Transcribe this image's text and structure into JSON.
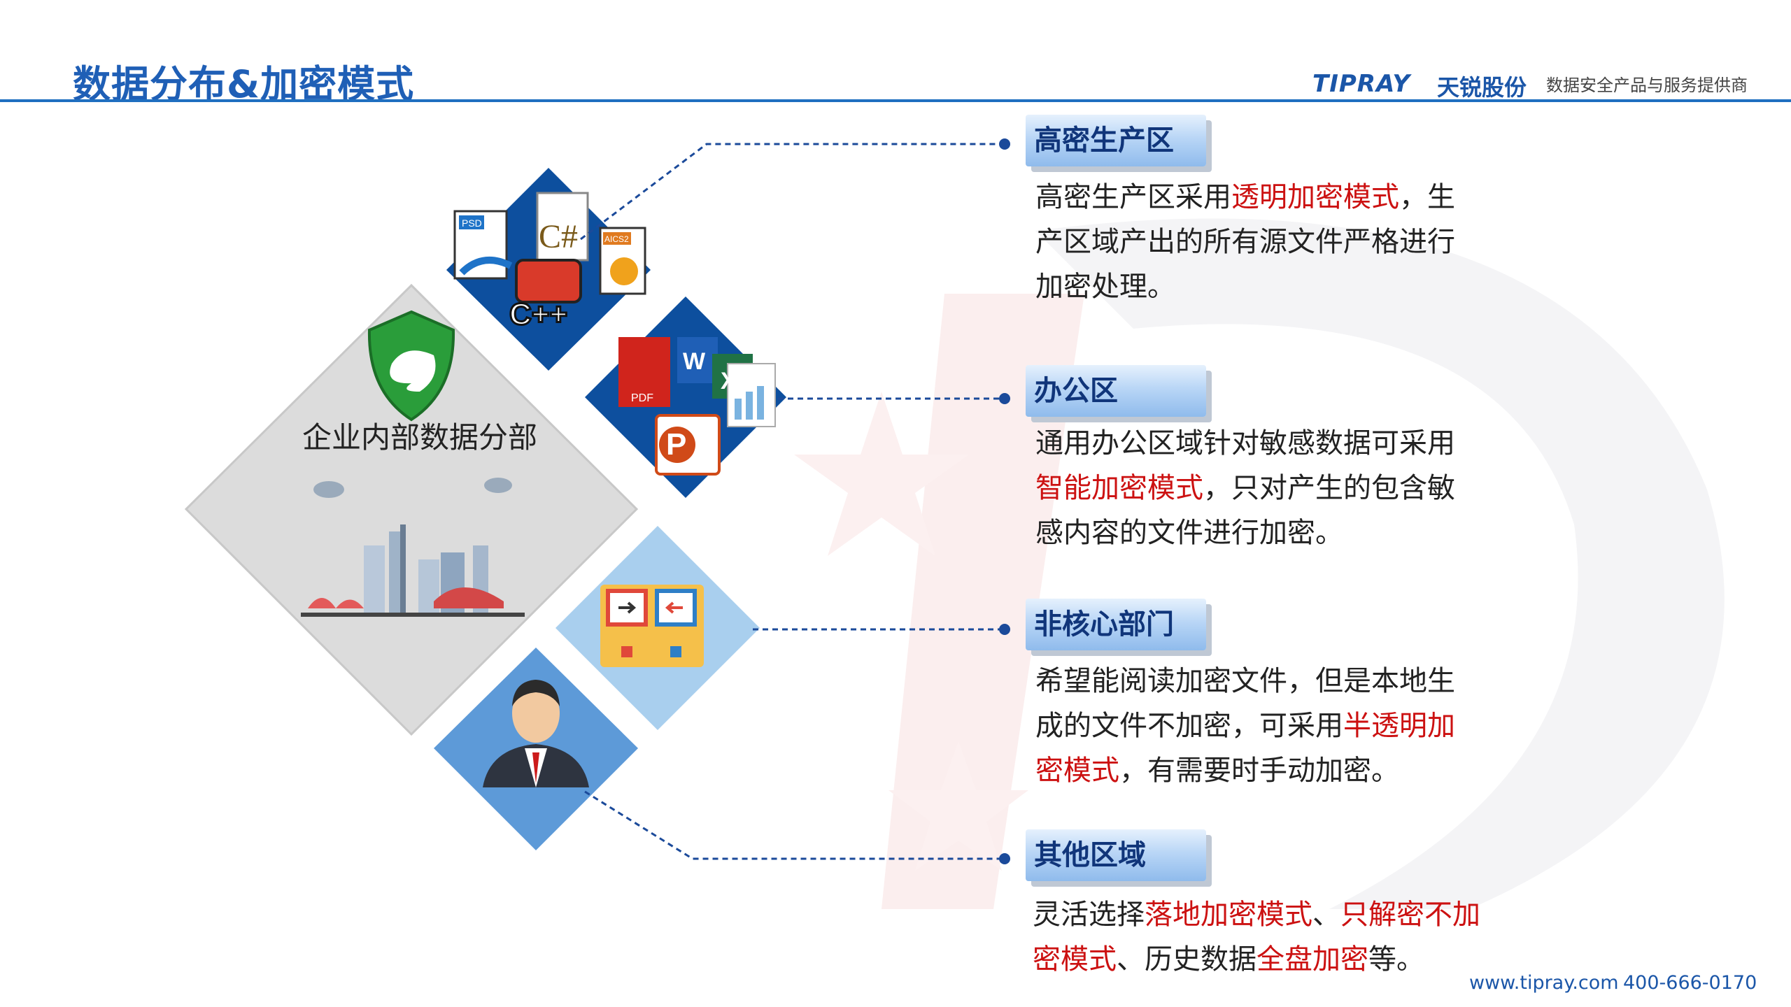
{
  "header": {
    "title": "数据分布&加密模式",
    "logo_text": "TIPRAY",
    "brand_name": "天锐股份",
    "slogan": "数据安全产品与服务提供商"
  },
  "center": {
    "label": "企业内部数据分部"
  },
  "icons": {
    "psd": "PSD",
    "csharp": "C#",
    "cpp": "C++",
    "aics": "AICS2",
    "pdf": "PDF",
    "word": "W",
    "excel": "X",
    "ppt": "P"
  },
  "zones": [
    {
      "title": "高密生产区",
      "desc": [
        {
          "t": "高密生产区采用",
          "h": false
        },
        {
          "t": "透明加密模式",
          "h": true
        },
        {
          "t": "，生产区域产出的所有源文件严格进行加密处理。",
          "h": false
        }
      ]
    },
    {
      "title": "办公区",
      "desc": [
        {
          "t": "通用办公区域针对敏感数据可采用",
          "h": false
        },
        {
          "t": "智能加密模式",
          "h": true
        },
        {
          "t": "，只对产生的包含敏感内容的文件进行加密。",
          "h": false
        }
      ]
    },
    {
      "title": "非核心部门",
      "desc": [
        {
          "t": "希望能阅读加密文件，但是本地生成的文件不加密，可采用",
          "h": false
        },
        {
          "t": "半透明加密模式",
          "h": true
        },
        {
          "t": "，有需要时手动加密。",
          "h": false
        }
      ]
    },
    {
      "title": "其他区域",
      "desc": [
        {
          "t": "灵活选择",
          "h": false
        },
        {
          "t": "落地加密模式",
          "h": true
        },
        {
          "t": "、",
          "h": false
        },
        {
          "t": "只解密不加密模式",
          "h": true
        },
        {
          "t": "、历史数据",
          "h": false
        },
        {
          "t": "全盘加密",
          "h": true
        },
        {
          "t": "等。",
          "h": false
        }
      ]
    }
  ],
  "footer": {
    "website": "www.tipray.com",
    "phone": "400-666-0170"
  },
  "colors": {
    "title": "#1f5fb6",
    "highlight": "#cc1111",
    "label_text": "#10357a",
    "diamond_dark": "#0d4f9e",
    "diamond_light": "#a9cfee",
    "diamond_mid": "#5d9ad8"
  }
}
